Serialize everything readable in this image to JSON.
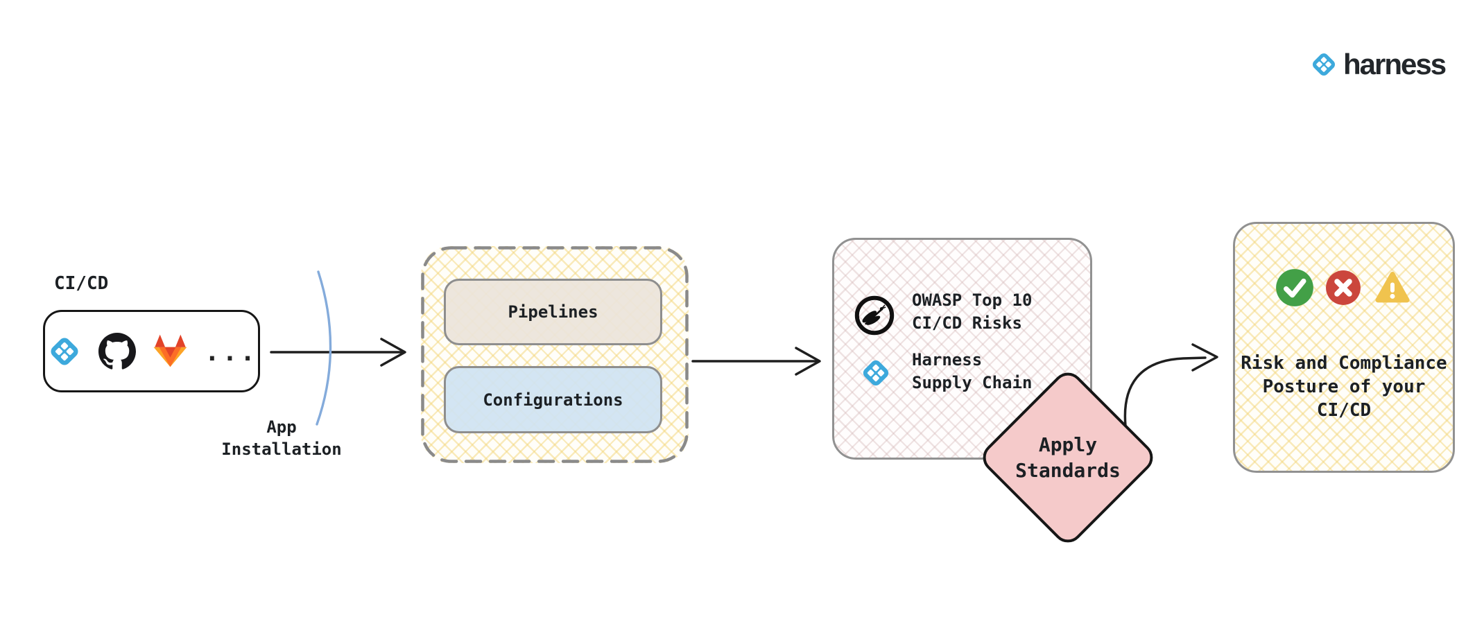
{
  "brand": {
    "name": "harness",
    "accent": "#3da9dc"
  },
  "source": {
    "label": "CI/CD",
    "providers": [
      "harness",
      "github",
      "gitlab"
    ],
    "more": "..."
  },
  "app_installation": {
    "line1": "App",
    "line2": "Installation"
  },
  "ingest": {
    "items": [
      {
        "label": "Pipelines"
      },
      {
        "label": "Configurations"
      }
    ]
  },
  "standards": {
    "rows": [
      {
        "icon": "owasp-icon",
        "line1": "OWASP Top 10",
        "line2": "CI/CD Risks"
      },
      {
        "icon": "harness-icon",
        "line1": "Harness",
        "line2": "Supply Chain"
      }
    ]
  },
  "decision": {
    "line1": "Apply",
    "line2": "Standards"
  },
  "result": {
    "icons": [
      "check-icon",
      "cross-icon",
      "warning-icon"
    ],
    "line1": "Risk and Compliance",
    "line2": "Posture of your",
    "line3": "CI/CD"
  },
  "colors": {
    "harness_blue": "#3da9dc",
    "diamond_pink": "#f5caca",
    "pipelines_fill": "#ece4da",
    "configurations_fill": "#cfe3f2",
    "success_green": "#43a047",
    "error_red": "#cb463c",
    "warning_yellow": "#f0c34e",
    "connector_blue": "#84abdb",
    "arrow_black": "#1f1f1f"
  }
}
